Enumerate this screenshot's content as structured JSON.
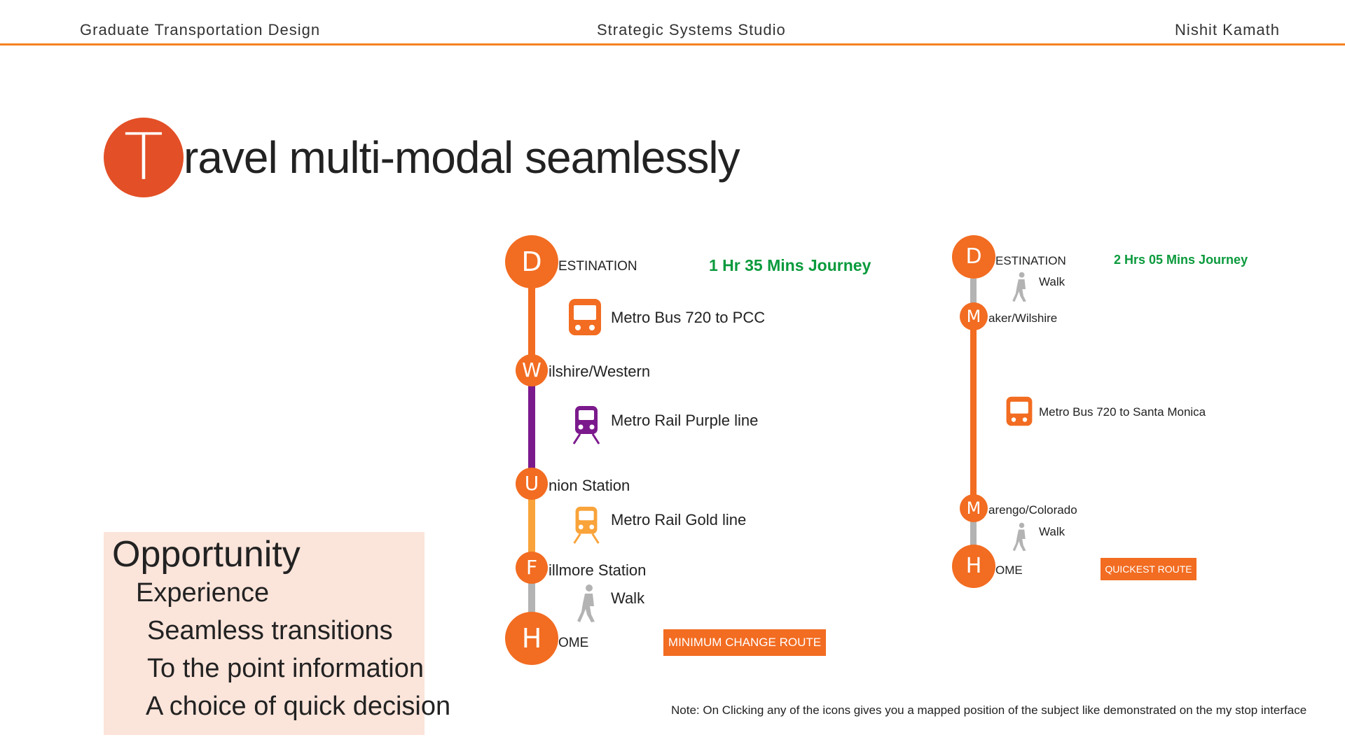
{
  "header": {
    "left": "Graduate Transportation Design",
    "center": "Strategic Systems Studio",
    "right": "Nishit Kamath",
    "rule_color": "#f58220"
  },
  "title": {
    "initial": "T",
    "rest": "ravel multi-modal seamlessly"
  },
  "opportunity": {
    "heading": "Opportunity",
    "sub": "Experience",
    "points": [
      "Seamless transitions",
      "To the point information",
      "A choice of quick decision"
    ]
  },
  "route1": {
    "journey": "1 Hr 35 Mins Journey",
    "tag": "MINIMUM CHANGE ROUTE",
    "stops": [
      {
        "initial": "D",
        "rest": "ESTINATION"
      },
      {
        "initial": "W",
        "rest": "ilshire/Western"
      },
      {
        "initial": "U",
        "rest": "nion Station"
      },
      {
        "initial": "F",
        "rest": "illmore Station"
      },
      {
        "initial": "H",
        "rest": "OME"
      }
    ],
    "legs": [
      {
        "mode": "Metro Bus 720 to PCC",
        "icon": "bus-icon",
        "color": "#f26c21"
      },
      {
        "mode": "Metro Rail Purple line",
        "icon": "train-icon",
        "color": "#7b1a8c"
      },
      {
        "mode": "Metro Rail Gold line",
        "icon": "train-icon",
        "color": "#f9a33a"
      },
      {
        "mode": "Walk",
        "icon": "walk-icon",
        "color": "#b3b3b3"
      }
    ]
  },
  "route2": {
    "journey": "2 Hrs 05 Mins Journey",
    "tag": "QUICKEST ROUTE",
    "stops": [
      {
        "initial": "D",
        "rest": "ESTINATION"
      },
      {
        "initial": "M",
        "rest": "aker/Wilshire"
      },
      {
        "initial": "M",
        "rest": "arengo/Colorado"
      },
      {
        "initial": "H",
        "rest": "OME"
      }
    ],
    "legs": [
      {
        "mode": "Walk",
        "icon": "walk-icon",
        "color": "#b3b3b3"
      },
      {
        "mode": "Metro Bus 720 to Santa Monica",
        "icon": "bus-icon",
        "color": "#f26c21"
      },
      {
        "mode": "Walk",
        "icon": "walk-icon",
        "color": "#b3b3b3"
      }
    ]
  },
  "note": "Note: On Clicking any of the icons gives you a mapped position of the subject like demonstrated on the my stop interface"
}
